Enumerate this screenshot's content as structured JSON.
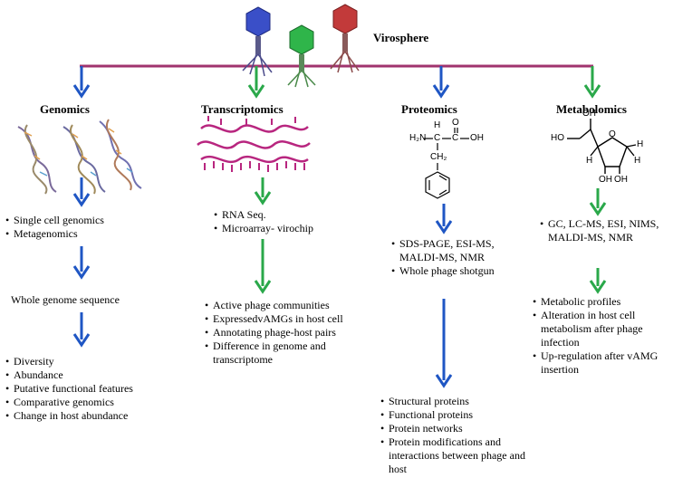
{
  "top_label": "Virosphere",
  "colors": {
    "bar": "#a0336e",
    "blue_arrow": "#1f56c4",
    "green_arrow": "#2aa84a",
    "phage_blue": "#3a4fc8",
    "phage_green": "#2fb54a",
    "phage_red": "#c23a3a",
    "rna": "#b8267f"
  },
  "columns": [
    {
      "title": "Genomics",
      "stage1": [
        "Single cell genomics",
        "Metagenomics"
      ],
      "stage2": "Whole genome sequence",
      "stage3": [
        "Diversity",
        "Abundance",
        "Putative functional features",
        "Comparative genomics",
        "Change in host abundance"
      ]
    },
    {
      "title": "Transcriptomics",
      "stage1": [
        "RNA Seq.",
        "Microarray- virochip"
      ],
      "stage2": [
        "Active phage communities",
        "ExpressedvAMGs in host cell",
        "Annotating phage-host pairs",
        "Difference in genome and transcriptome"
      ]
    },
    {
      "title": "Proteomics",
      "chem": {
        "h2n": "H₂N",
        "c": "C",
        "oh": "OH",
        "o": "O",
        "h": "H",
        "ch2": "CH₂"
      },
      "stage1": [
        "SDS-PAGE, ESI-MS, MALDI-MS, NMR",
        "Whole phage shotgun"
      ],
      "stage2": [
        "Structural proteins",
        "Functional proteins",
        "Protein networks",
        "Protein modifications and interactions between phage and host"
      ]
    },
    {
      "title": "Metabolomics",
      "chem": {
        "ho": "HO",
        "o": "O",
        "h": "H",
        "oh": "OH"
      },
      "stage1": [
        "GC, LC-MS, ESI, NIMS, MALDI-MS, NMR"
      ],
      "stage2": [
        "Metabolic profiles",
        "Alteration in host cell metabolism after phage infection",
        "Up-regulation after vAMG insertion"
      ]
    }
  ]
}
